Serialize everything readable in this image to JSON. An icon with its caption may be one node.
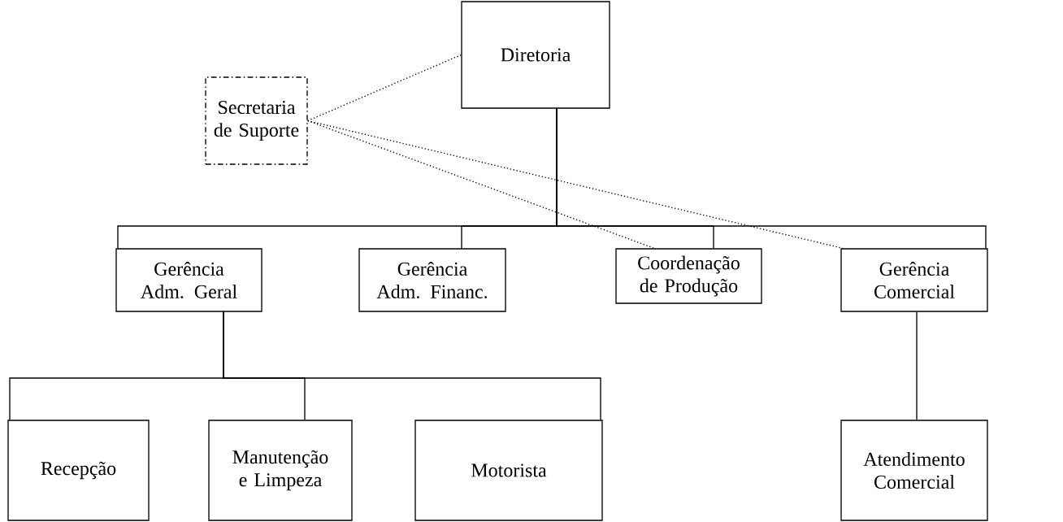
{
  "diagram": {
    "nodes": [
      {
        "text": [
          "Diretoria"
        ]
      },
      {
        "text": [
          "Secretaria de Suporte"
        ]
      },
      {
        "text": [
          "Gerência Adm. Geral"
        ]
      },
      {
        "text": [
          "Gerência Adm. Financ."
        ]
      },
      {
        "text": [
          "Coordenação de Produção"
        ]
      },
      {
        "text": [
          "Gerência Comercial"
        ]
      },
      {
        "text": [
          "Recepção"
        ]
      },
      {
        "text": [
          "Manutenção e Limpeza"
        ]
      },
      {
        "text": [
          "Motorista"
        ]
      },
      {
        "text": [
          "Atendimento Comercial"
        ]
      }
    ],
    "edges": [
      {
        "from": 0,
        "to": 2,
        "arrow": "none"
      },
      {
        "from": 0,
        "to": 3,
        "arrow": "none"
      },
      {
        "from": 0,
        "to": 4,
        "arrow": "none"
      },
      {
        "from": 0,
        "to": 5,
        "arrow": "none"
      },
      {
        "from": 2,
        "to": 6,
        "arrow": "none"
      },
      {
        "from": 2,
        "to": 7,
        "arrow": "none"
      },
      {
        "from": 2,
        "to": 8,
        "arrow": "none"
      },
      {
        "from": 5,
        "to": 9,
        "arrow": "none"
      },
      {
        "from": 1,
        "to": 0,
        "arrow": "none",
        "style": "dashed"
      },
      {
        "from": 1,
        "to": 4,
        "arrow": "none",
        "style": "dashed"
      },
      {
        "from": 1,
        "to": 5,
        "arrow": "none",
        "style": "dashed"
      }
    ]
  }
}
